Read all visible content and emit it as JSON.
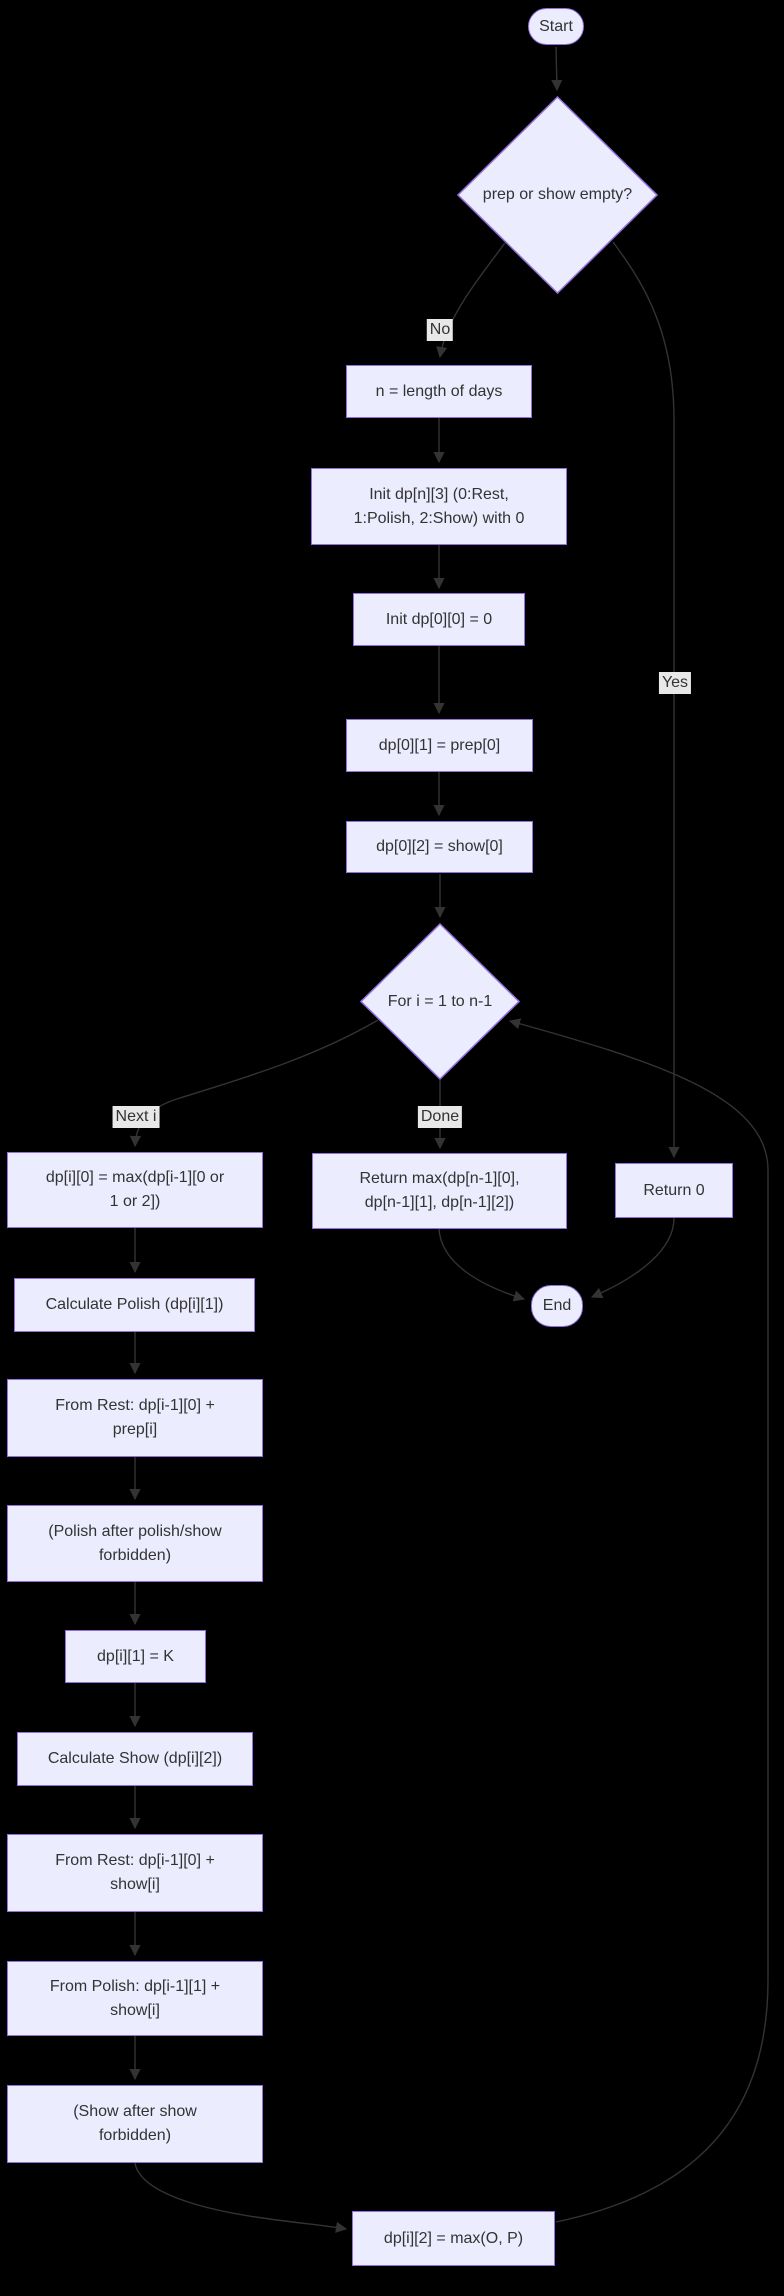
{
  "colors": {
    "node_fill": "#ECECFF",
    "node_border": "#9370DB",
    "edge": "#333333",
    "label_bg": "#e8e8e8",
    "text": "#333333",
    "background": "#000000"
  },
  "nodes": {
    "start": "Start",
    "check_empty": "prep or show empty?",
    "n_length": "n = length of days",
    "init_dp": "Init dp[n][3] (0:Rest,\n1:Polish, 2:Show) with 0",
    "init_dp00": "Init dp[0][0] = 0",
    "dp01": "dp[0][1] = prep[0]",
    "dp02": "dp[0][2] = show[0]",
    "loop": "For i = 1 to n-1",
    "dpi0": "dp[i][0] = max(dp[i-1][0 or\n1 or 2])",
    "calc_polish": "Calculate Polish (dp[i][1])",
    "from_rest_prep": "From Rest: dp[i-1][0] +\nprep[i]",
    "polish_forbidden": "(Polish after polish/show\nforbidden)",
    "dpi1": "dp[i][1] = K",
    "calc_show": "Calculate Show (dp[i][2])",
    "from_rest_show": "From Rest: dp[i-1][0] +\nshow[i]",
    "from_polish_show": "From Polish: dp[i-1][1] +\nshow[i]",
    "show_forbidden": "(Show after show\nforbidden)",
    "dpi2": "dp[i][2] = max(O, P)",
    "return_max": "Return max(dp[n-1][0],\ndp[n-1][1], dp[n-1][2])",
    "return0": "Return 0",
    "end": "End"
  },
  "edge_labels": {
    "no": "No",
    "yes": "Yes",
    "next_i": "Next i",
    "done": "Done"
  }
}
